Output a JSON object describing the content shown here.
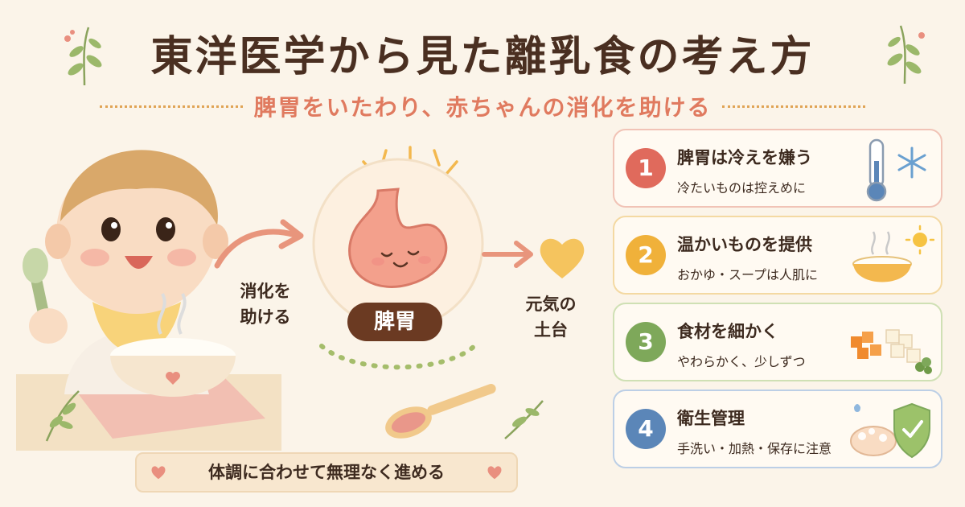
{
  "header": {
    "title": "東洋医学から見た離乳食の考え方",
    "subtitle": "脾胃をいたわり、赤ちゃんの消化を助ける"
  },
  "diagram": {
    "left_caption": [
      "消化を",
      "助ける"
    ],
    "center_label": "脾胃",
    "right_caption": [
      "元気の",
      "土台"
    ]
  },
  "points": [
    {
      "number": "1",
      "title": "脾胃は冷えを嫌う",
      "description": "冷たいものは控えめに",
      "accent": "#e06a5c",
      "border": "#f1c3b6",
      "icon": "thermometer-snowflake-icon"
    },
    {
      "number": "2",
      "title": "温かいものを提供",
      "description": "おかゆ・スープは人肌に",
      "accent": "#f0b13a",
      "border": "#f4d9a2",
      "icon": "warm-bowl-sun-icon"
    },
    {
      "number": "3",
      "title": "食材を細かく",
      "description": "やわらかく、少しずつ",
      "accent": "#7ea85a",
      "border": "#cfe0b4",
      "icon": "diced-food-icon"
    },
    {
      "number": "4",
      "title": "衛生管理",
      "description": "手洗い・加熱・保存に注意",
      "accent": "#5b86b8",
      "border": "#bccfe6",
      "icon": "handwash-shield-icon"
    }
  ],
  "footer": {
    "banner": "体調に合わせて無理なく進める"
  },
  "colors": {
    "background": "#fbf4e9",
    "title": "#4a2f21",
    "subtitle": "#e07a5f",
    "stomach": "#f3a08c",
    "heart": "#f5c45e",
    "badge": "#6b3a22"
  }
}
